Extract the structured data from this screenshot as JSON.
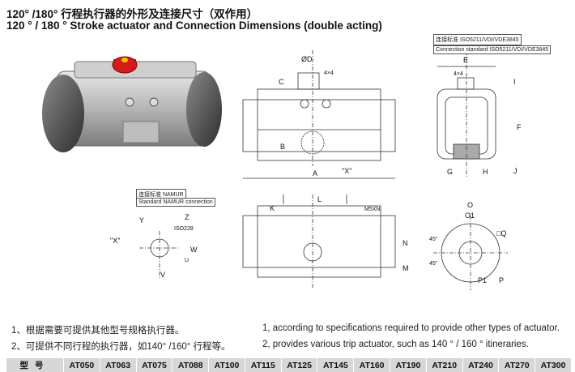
{
  "title_cn": "120° /180°  行程执行器的外形及连接尺寸（双作用）",
  "title_en": "120 ° / 180 °  Stroke actuator and Connection Dimensions (double acting)",
  "standards": {
    "top_cn": "连接标准 ISO5211/VDI/VDE3845",
    "top_en": "Connection standard ISO5211/VDI/VDE3845",
    "left_cn": "连接标准 NAMUR",
    "left_en": "Standard NAMUR connection"
  },
  "dimension_labels": {
    "od": "ØD",
    "c": "C",
    "b": "B",
    "a": "A",
    "x": "\"X\"",
    "x2": "\"X\"",
    "e": "E",
    "f": "F",
    "g": "G",
    "h": "H",
    "i": "I",
    "j": "J",
    "l": "L",
    "k": "K",
    "m5xn": "M5XN",
    "n": "N",
    "m": "M",
    "o": "O",
    "o1": "O1",
    "q": "□Q",
    "p": "P",
    "p1": "P1",
    "y": "Y",
    "z": "Z",
    "iso228": "ISO228",
    "v": "V",
    "w": "W",
    "u": "U",
    "deg45a": "45°",
    "deg45b": "45°",
    "fourxfour_a": "4×4",
    "fourxfour_b": "4×4"
  },
  "notes": {
    "cn1": "1、根据需要可提供其他型号规格执行器。",
    "cn2": "2、可提供不同行程的执行器，如140° /160°  行程等。",
    "en1": "1, according to specifications required to provide other types of actuator.",
    "en2": "2, provides various trip actuator, such as 140 ° / 160 °  itineraries."
  },
  "table": {
    "header": "型号",
    "models": [
      "AT050",
      "AT063",
      "AT075",
      "AT088",
      "AT100",
      "AT115",
      "AT125",
      "AT145",
      "AT160",
      "AT190",
      "AT210",
      "AT240",
      "AT270",
      "AT300"
    ]
  }
}
